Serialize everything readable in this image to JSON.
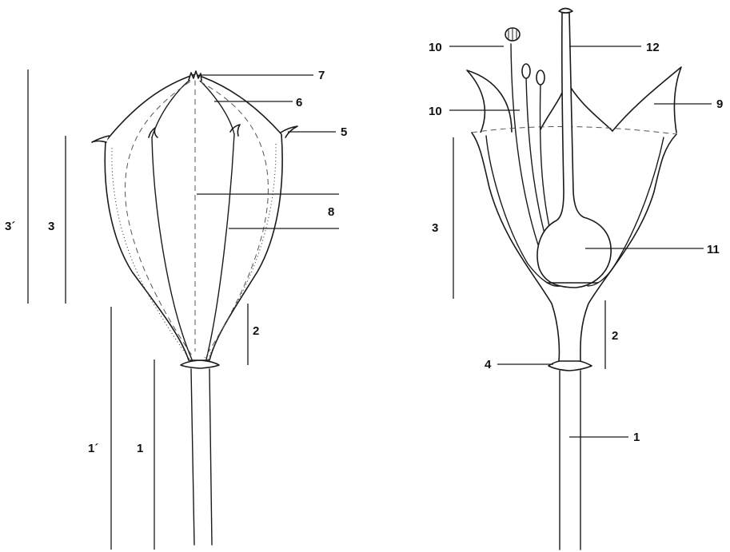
{
  "labels": {
    "l1": "1",
    "l1p": "1´",
    "l2": "2",
    "l3": "3",
    "l3p": "3´",
    "l4": "4",
    "l5": "5",
    "l6": "6",
    "l7": "7",
    "l8": "8",
    "l9": "9",
    "l10": "10",
    "l11": "11",
    "l12": "12"
  }
}
